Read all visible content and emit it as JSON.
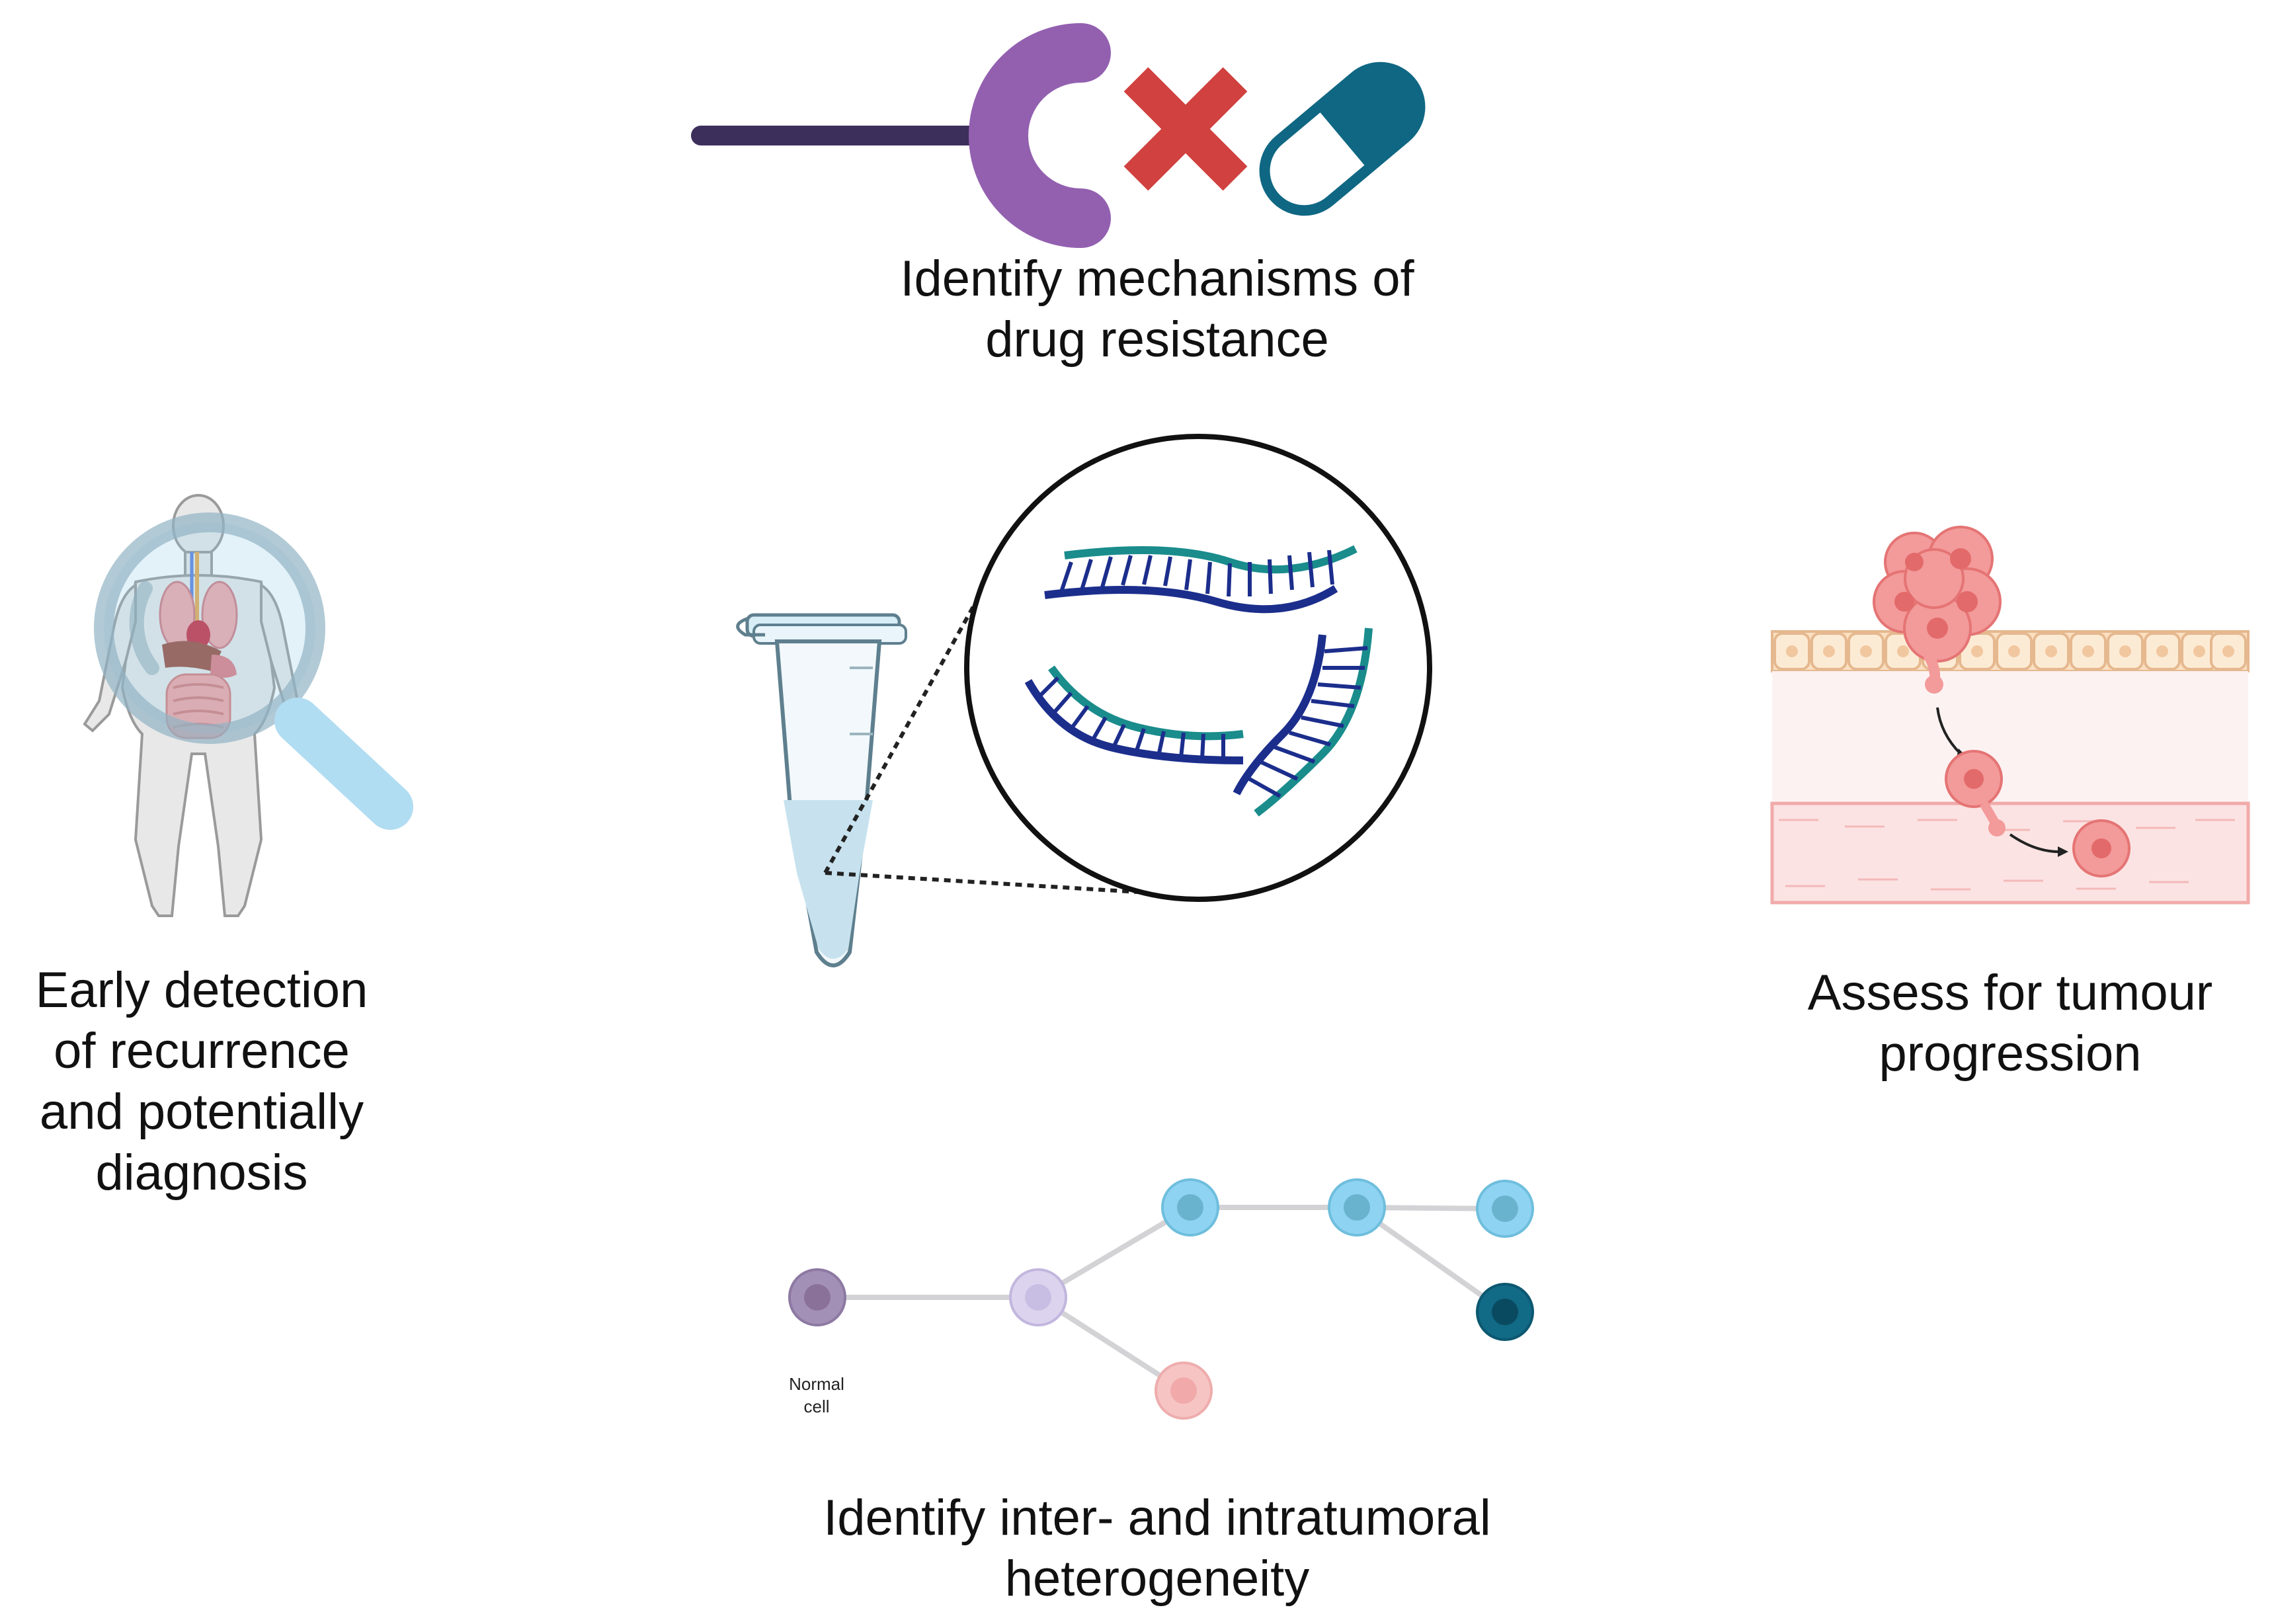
{
  "captions": {
    "drug_resistance": [
      "Identify mechanisms of",
      "drug resistance"
    ],
    "early_detection": [
      "Early detection",
      "of recurrence",
      "and potentially",
      "diagnosis"
    ],
    "tumour_progression": [
      "Assess for tumour",
      "progression"
    ],
    "heterogeneity": [
      "Identify inter- and intratumoral",
      "heterogeneity"
    ]
  },
  "tree": {
    "normal_cell_label": [
      "Normal",
      "cell"
    ]
  },
  "colors": {
    "receptor_stem": "#3d2f5c",
    "receptor_head": "#9360b0",
    "cross": "#d0413f",
    "pill": "#0f6783",
    "magnifier": "#b1ddf2",
    "dna_outer": "#1c2e8c",
    "dna_inner": "#1a8c8c",
    "tube": "#c7e2ee",
    "cell_purple": "#a390b6",
    "cell_lavender": "#dcd4ee",
    "cell_blue": "#8fd3f2",
    "cell_pink": "#f7c4c4",
    "cell_dark_teal": "#116a86",
    "tumour_cell": "#f39a9a",
    "epithelium": "#fbdfc0",
    "vessel": "#fce3e3"
  },
  "icons": [
    "receptor-icon",
    "cross-icon",
    "pill-icon",
    "body-icon",
    "magnifier-icon",
    "tube-icon",
    "dna-icon",
    "tumour-icon",
    "cell-tree-icon"
  ]
}
